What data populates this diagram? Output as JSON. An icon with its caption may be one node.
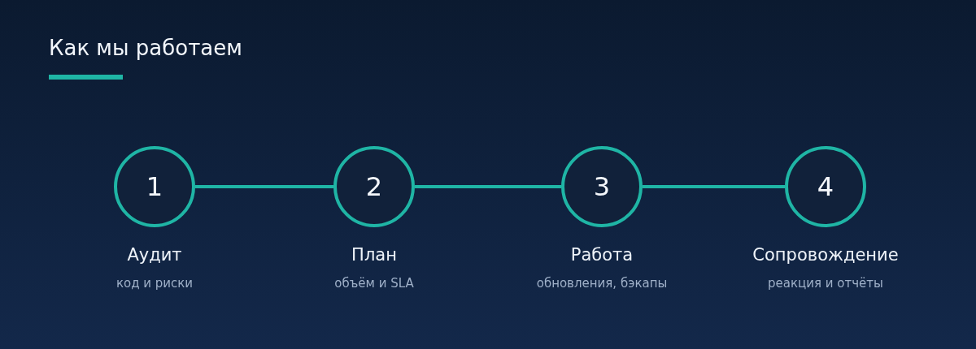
{
  "diagram": {
    "title": "Как мы работаем",
    "nodes": [
      {
        "text": [
          "1"
        ],
        "beside": [
          "Аудит",
          "код и риски"
        ]
      },
      {
        "text": [
          "2"
        ],
        "beside": [
          "План",
          "объём и SLA"
        ]
      },
      {
        "text": [
          "3"
        ],
        "beside": [
          "Работа",
          "обновления, бэкапы"
        ]
      },
      {
        "text": [
          "4"
        ],
        "beside": [
          "Сопровождение",
          "реакция и отчёты"
        ]
      }
    ],
    "edges": [
      {
        "from": 0,
        "to": 1,
        "arrow": "none"
      },
      {
        "from": 1,
        "to": 2,
        "arrow": "none"
      },
      {
        "from": 2,
        "to": 3,
        "arrow": "none"
      }
    ]
  }
}
